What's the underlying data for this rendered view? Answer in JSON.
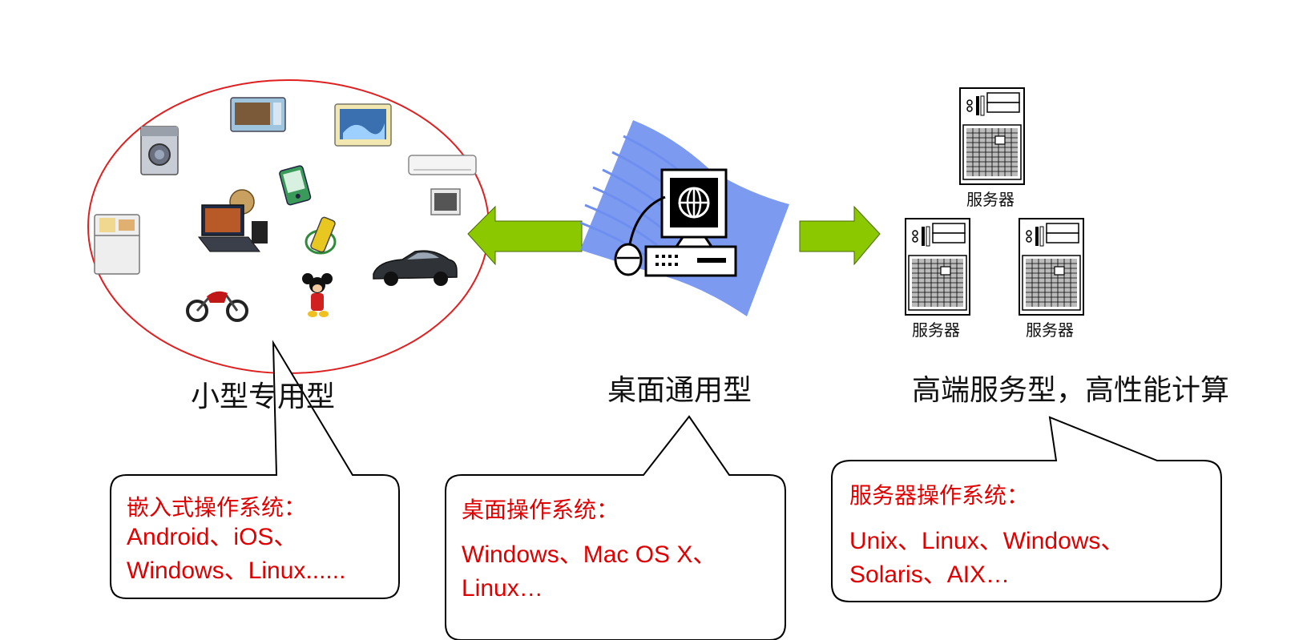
{
  "categories": {
    "small": "小型专用型",
    "desktop": "桌面通用型",
    "server": "高端服务型，高性能计算"
  },
  "servers": {
    "caption_top": "服务器",
    "caption_left": "服务器",
    "caption_right": "服务器"
  },
  "bubbles": {
    "embedded": {
      "title": "嵌入式操作系统：",
      "line1": "Android、iOS、",
      "line2": "Windows、Linux......"
    },
    "desktop": {
      "title": "桌面操作系统：",
      "line1": "Windows、Mac OS X、",
      "line2": "Linux…"
    },
    "server": {
      "title": "服务器操作系统：",
      "line1": "Unix、Linux、Windows、",
      "line2": "Solaris、AIX…"
    }
  },
  "icons": {
    "devices": [
      "washing-machine-icon",
      "microwave-icon",
      "tv-icon",
      "air-conditioner-icon",
      "fridge-icon",
      "laptop-icon",
      "pda-icon",
      "mobile-phone-icon",
      "car-icon",
      "motorcycle-icon",
      "toy-icon"
    ],
    "computer": "desktop-computer-icon",
    "server": "server-tower-icon"
  },
  "colors": {
    "ellipse": "#e02020",
    "arrow": "#8cc800",
    "bubble_text": "#e00000",
    "wave": "#6f8ff0"
  }
}
